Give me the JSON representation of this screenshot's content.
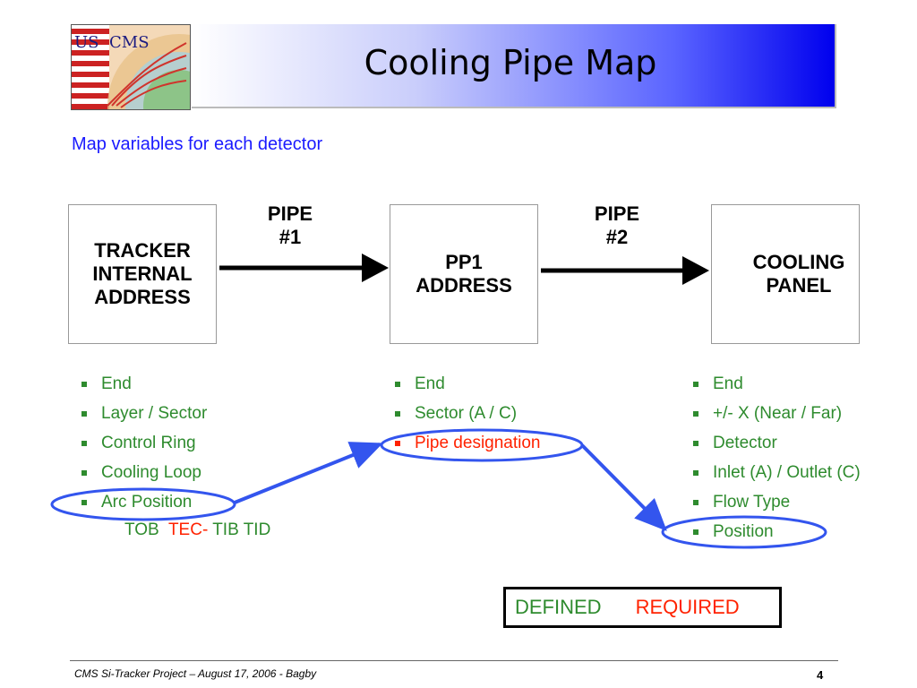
{
  "title": "Cooling Pipe Map",
  "logo_text": "US CMS",
  "subtitle": "Map variables for each detector",
  "boxes": [
    {
      "label": "TRACKER\nINTERNAL\nADDRESS"
    },
    {
      "label": "PP1\nADDRESS"
    },
    {
      "label": "COOLING\nPANEL"
    }
  ],
  "pipes": [
    "PIPE\n#1",
    "PIPE\n#2"
  ],
  "lists": [
    {
      "items": [
        {
          "text": "End",
          "status": "defined"
        },
        {
          "text": "Layer / Sector",
          "status": "defined"
        },
        {
          "text": "Control Ring",
          "status": "defined"
        },
        {
          "text": "Cooling Loop",
          "status": "defined"
        },
        {
          "text": "Arc Position",
          "status": "defined"
        }
      ]
    },
    {
      "items": [
        {
          "text": "End",
          "status": "defined"
        },
        {
          "text": "Sector (A / C)",
          "status": "defined"
        },
        {
          "text": "Pipe designation",
          "status": "required"
        }
      ]
    },
    {
      "items": [
        {
          "text": "End",
          "status": "defined"
        },
        {
          "text": "+/- X (Near / Far)",
          "status": "defined"
        },
        {
          "text": "Detector",
          "status": "defined"
        },
        {
          "text": "Inlet (A) / Outlet (C)",
          "status": "defined"
        },
        {
          "text": "Flow Type",
          "status": "defined"
        },
        {
          "text": "Position",
          "status": "defined"
        }
      ]
    }
  ],
  "arc_subtypes": {
    "a": "TOB",
    "b": "TEC-",
    "c": "TIB TID"
  },
  "legend": {
    "defined": "DEFINED",
    "required": "REQUIRED"
  },
  "footer": "CMS Si-Tracker Project –  August 17, 2006 - Bagby",
  "page_number": "4",
  "colors": {
    "defined": "#2e8b2e",
    "required": "#ff2200",
    "subtitle": "#1a1aff",
    "highlight": "#3355ee"
  }
}
